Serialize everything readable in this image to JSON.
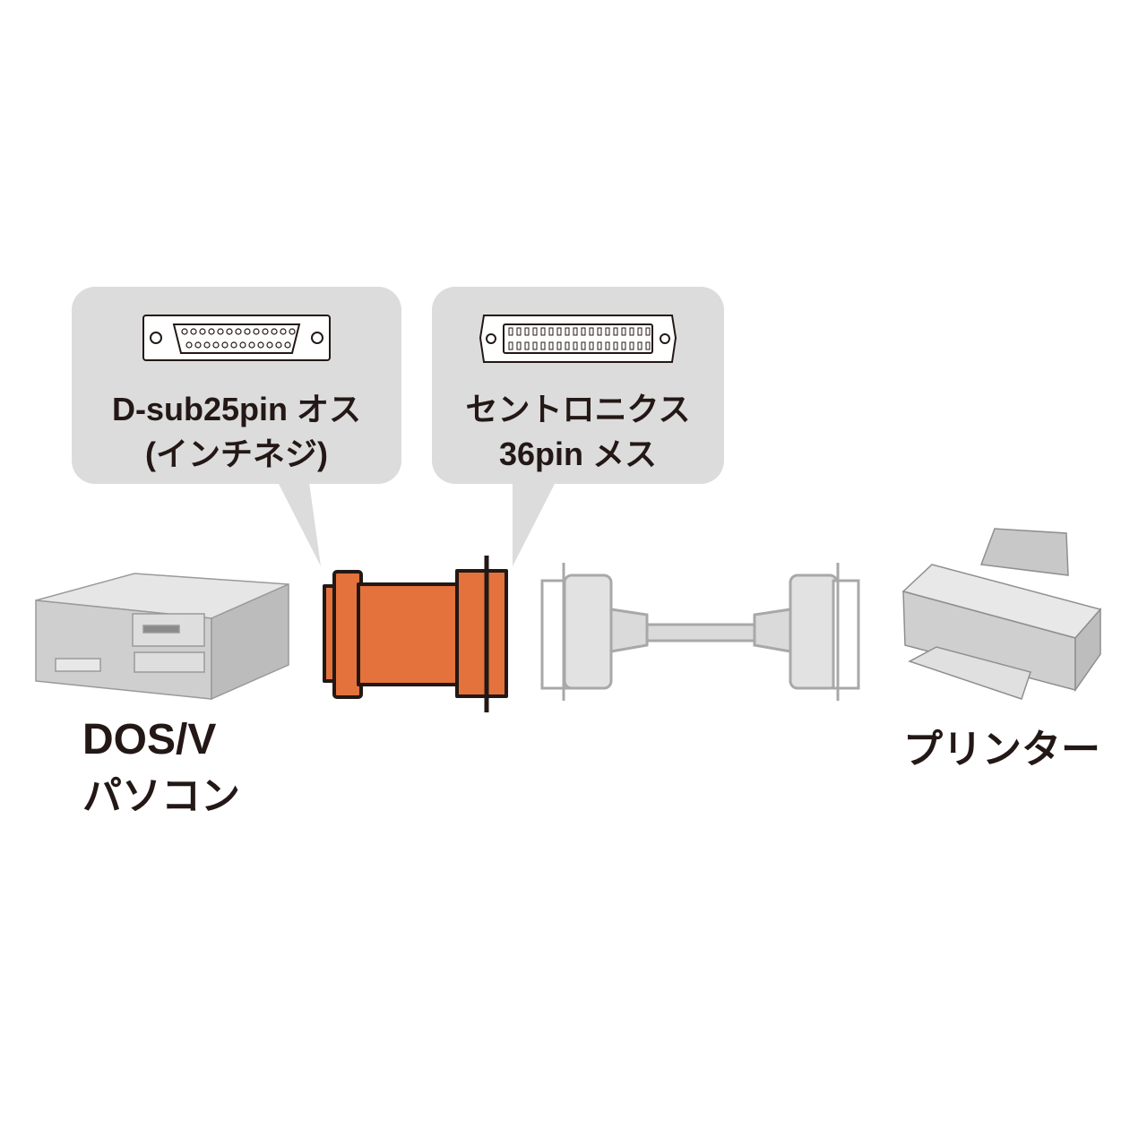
{
  "callouts": {
    "left": {
      "line1": "D-sub25pin オス",
      "line2": "(インチネジ)"
    },
    "right": {
      "line1": "セントロニクス",
      "line2": "36pin メス"
    }
  },
  "devices": {
    "pc": {
      "line1": "DOS/V",
      "line2": "パソコン"
    },
    "printer": {
      "label": "プリンター"
    }
  },
  "colors": {
    "adapter": "#e3723d",
    "bubble": "#dcdcdc",
    "outline": "#231815",
    "cable": "#b4b4b4"
  }
}
